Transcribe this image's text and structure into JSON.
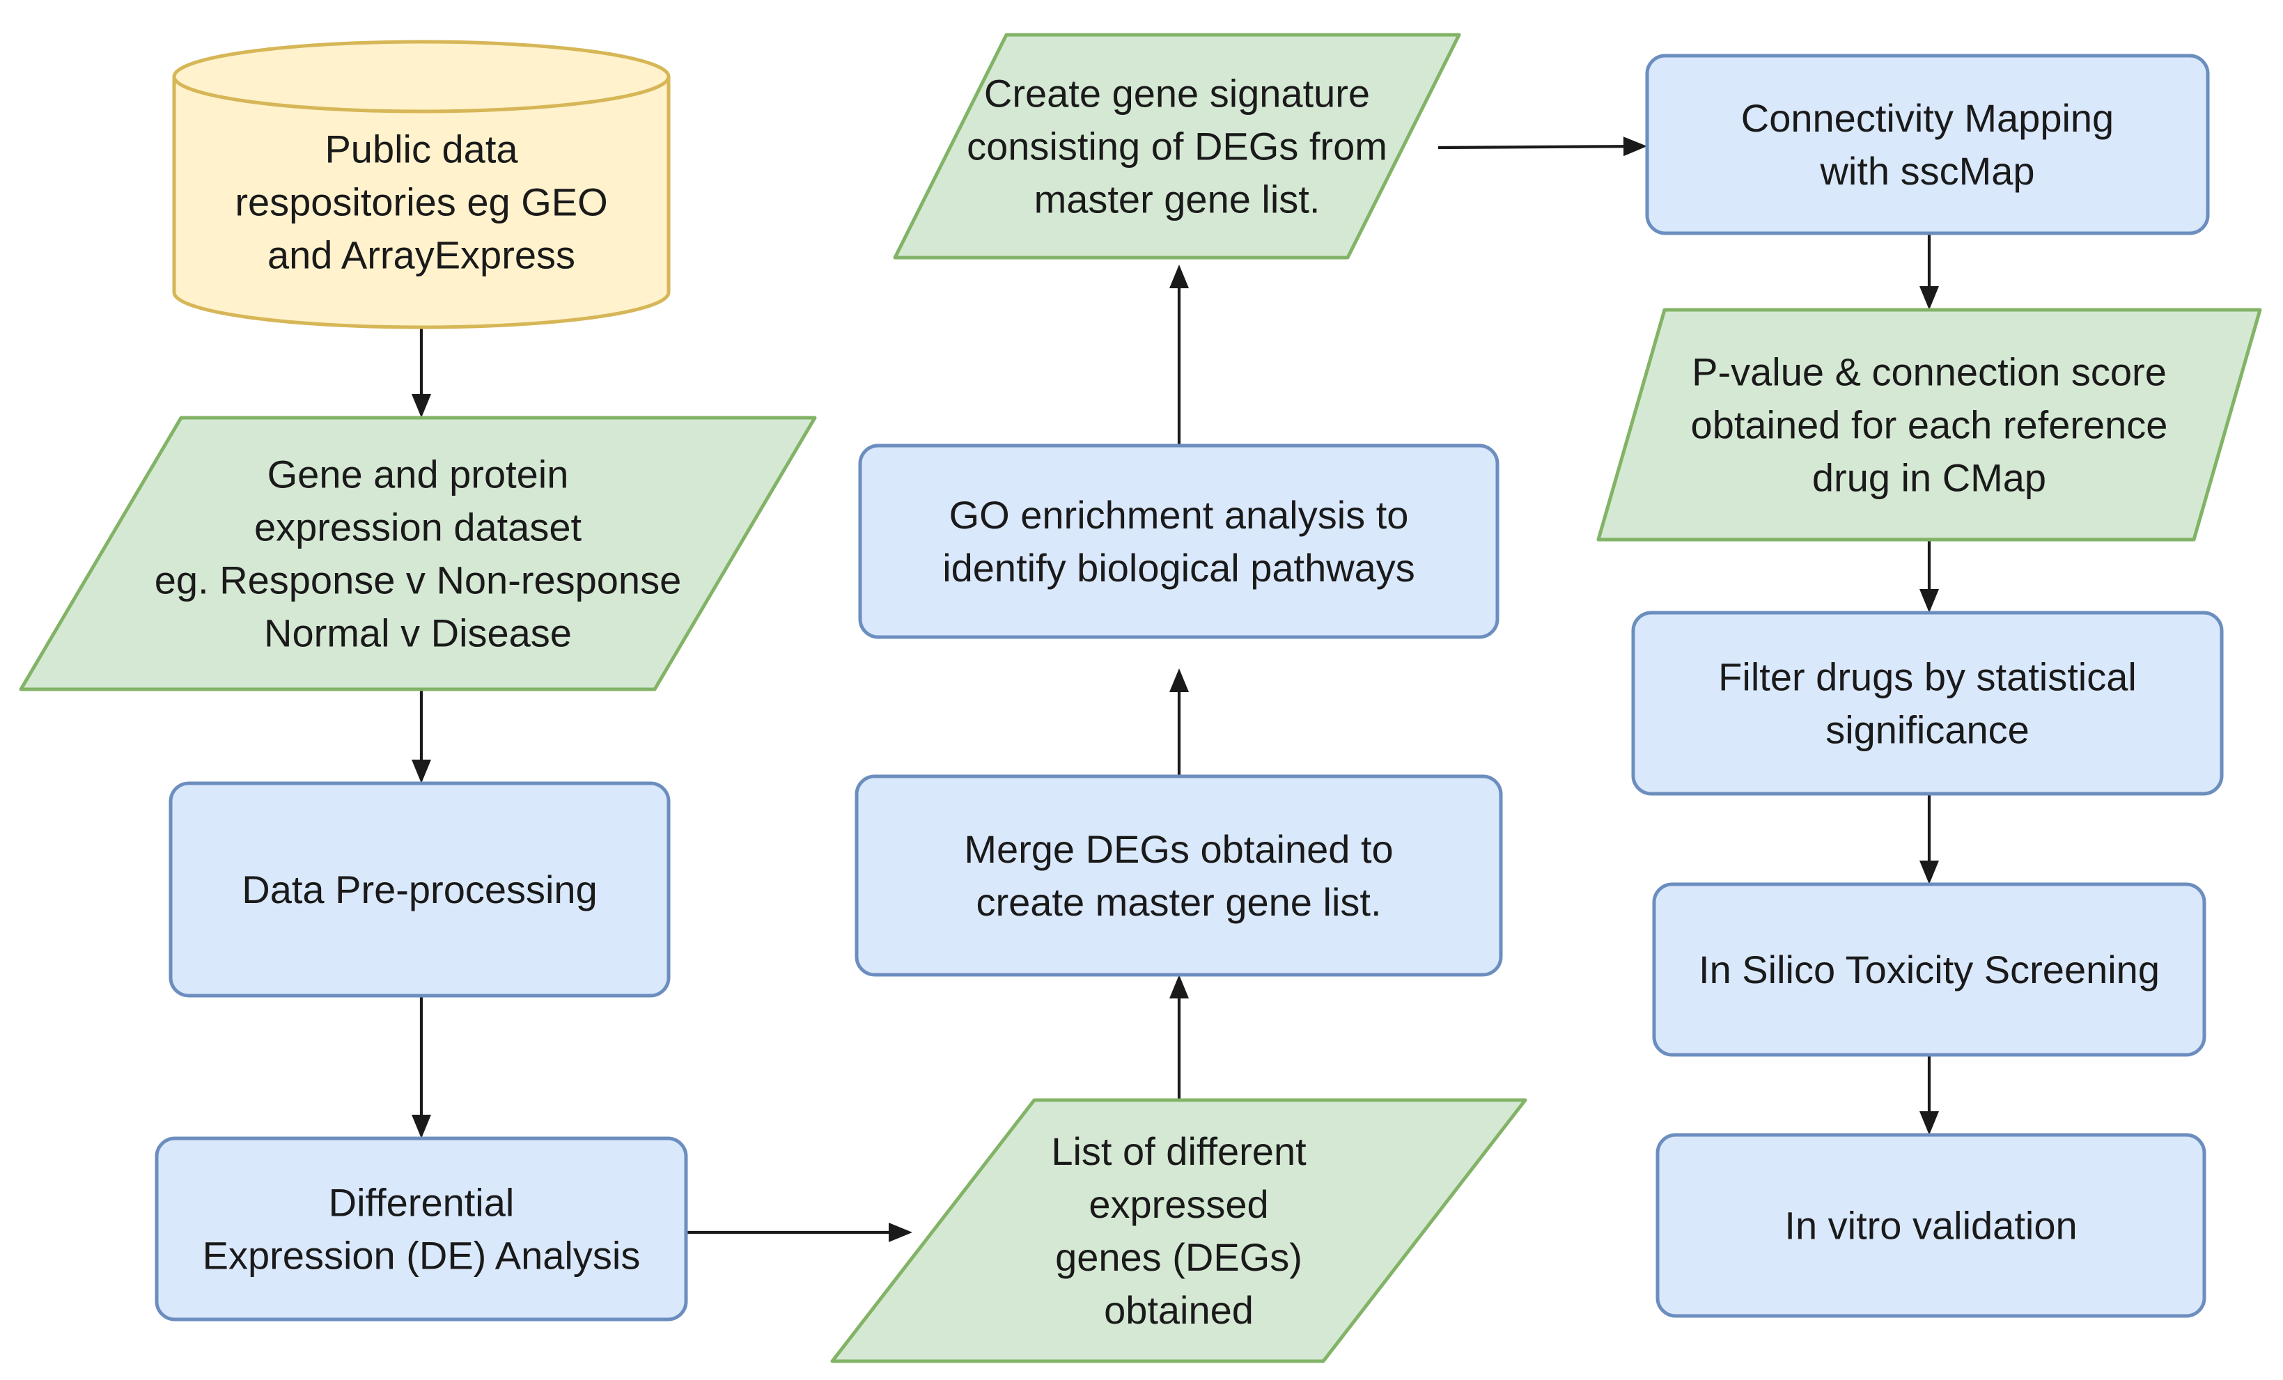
{
  "colors": {
    "process_fill": "#dae8fc",
    "process_stroke": "#6c8ebf",
    "io_fill": "#d5e8d4",
    "io_stroke": "#82b366",
    "db_fill": "#fff2cc",
    "db_stroke": "#d6b656",
    "text": "#1a1a1a",
    "edge": "#1a1a1a"
  },
  "nodes": {
    "public_data": {
      "shape": "cylinder",
      "lines": [
        "Public data",
        "respositories eg GEO",
        "and ArrayExpress"
      ]
    },
    "gene_protein_dataset": {
      "shape": "parallelogram",
      "lines": [
        "Gene and protein",
        "expression dataset",
        "eg. Response v Non-response",
        "Normal v Disease"
      ]
    },
    "data_preprocessing": {
      "shape": "process",
      "lines": [
        "Data Pre-processing"
      ]
    },
    "differential_expression": {
      "shape": "process",
      "lines": [
        "Differential",
        "Expression (DE) Analysis"
      ]
    },
    "list_degs": {
      "shape": "parallelogram",
      "lines": [
        "List of different",
        "expressed",
        "genes (DEGs)",
        "obtained"
      ]
    },
    "merge_degs": {
      "shape": "process",
      "lines": [
        "Merge DEGs obtained to",
        "create master gene list."
      ]
    },
    "go_enrichment": {
      "shape": "process",
      "lines": [
        "GO enrichment analysis to",
        "identify biological pathways"
      ]
    },
    "gene_signature": {
      "shape": "parallelogram",
      "lines": [
        "Create gene signature",
        "consisting of DEGs from",
        "master gene list."
      ]
    },
    "connectivity_mapping": {
      "shape": "process",
      "lines": [
        "Connectivity Mapping",
        "with sscMap"
      ]
    },
    "pvalue_score": {
      "shape": "parallelogram",
      "lines": [
        "P-value & connection score",
        "obtained for each reference",
        "drug in CMap"
      ]
    },
    "filter_drugs": {
      "shape": "process",
      "lines": [
        "Filter drugs by statistical",
        "significance"
      ]
    },
    "in_silico": {
      "shape": "process",
      "lines": [
        "In Silico Toxicity Screening"
      ]
    },
    "in_vitro": {
      "shape": "process",
      "lines": [
        "In vitro validation"
      ]
    }
  },
  "edges": [
    {
      "from": "public_data",
      "to": "gene_protein_dataset"
    },
    {
      "from": "gene_protein_dataset",
      "to": "data_preprocessing"
    },
    {
      "from": "data_preprocessing",
      "to": "differential_expression"
    },
    {
      "from": "differential_expression",
      "to": "list_degs"
    },
    {
      "from": "list_degs",
      "to": "merge_degs"
    },
    {
      "from": "merge_degs",
      "to": "go_enrichment"
    },
    {
      "from": "go_enrichment",
      "to": "gene_signature"
    },
    {
      "from": "gene_signature",
      "to": "connectivity_mapping"
    },
    {
      "from": "connectivity_mapping",
      "to": "pvalue_score"
    },
    {
      "from": "pvalue_score",
      "to": "filter_drugs"
    },
    {
      "from": "filter_drugs",
      "to": "in_silico"
    },
    {
      "from": "in_silico",
      "to": "in_vitro"
    }
  ]
}
